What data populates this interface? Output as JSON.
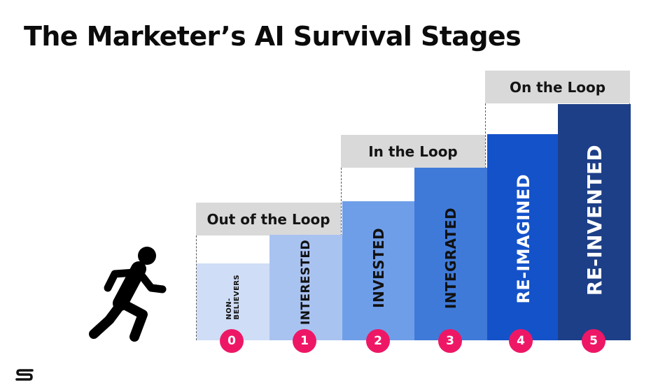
{
  "title": "The Marketer’s AI Survival Stages",
  "groups": [
    {
      "label": "Out of the Loop",
      "stages": [
        0,
        1
      ]
    },
    {
      "label": "In the Loop",
      "stages": [
        2,
        3
      ]
    },
    {
      "label": "On the Loop",
      "stages": [
        4,
        5
      ]
    }
  ],
  "stages": [
    {
      "number": "0",
      "label": "NON-\nBELIEVERS",
      "color": "#cfddf6",
      "text_color": "#111111"
    },
    {
      "number": "1",
      "label": "INTERESTED",
      "color": "#a9c3f1",
      "text_color": "#111111"
    },
    {
      "number": "2",
      "label": "INVESTED",
      "color": "#6f9ee8",
      "text_color": "#111111"
    },
    {
      "number": "3",
      "label": "INTEGRATED",
      "color": "#3f7ad9",
      "text_color": "#111111"
    },
    {
      "number": "4",
      "label": "RE-IMAGINED",
      "color": "#1452c9",
      "text_color": "#ffffff"
    },
    {
      "number": "5",
      "label": "RE-INVENTED",
      "color": "#1d3f87",
      "text_color": "#ffffff"
    }
  ],
  "badge_color": "#ee1766",
  "icons": {
    "figure": "running-person-icon",
    "logo": "brand-logo-icon"
  }
}
